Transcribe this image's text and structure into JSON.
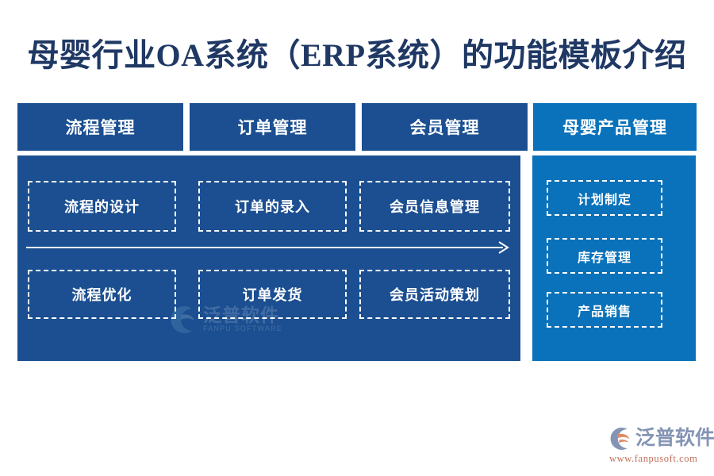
{
  "page": {
    "title": "母婴行业OA系统（ERP系统）的功能模板介绍",
    "background_color": "#ffffff",
    "title_color": "#1f3864"
  },
  "colors": {
    "primary_dark_blue": "#1b4f91",
    "accent_light_blue": "#0a72ba",
    "cell_border": "#ffffff",
    "logo_text": "#8494b4",
    "logo_url": "#c2705a",
    "logo_swoosh": "#e08a64"
  },
  "headers": [
    {
      "label": "流程管理",
      "variant": "dark"
    },
    {
      "label": "订单管理",
      "variant": "dark"
    },
    {
      "label": "会员管理",
      "variant": "dark"
    },
    {
      "label": "母婴产品管理",
      "variant": "light"
    }
  ],
  "left_panel": {
    "rows": [
      {
        "cells": [
          "流程的设计",
          "订单的录入",
          "会员信息管理"
        ]
      },
      {
        "cells": [
          "流程优化",
          "订单发货",
          "会员活动策划"
        ]
      }
    ],
    "arrow": {
      "name": "flow-direction-arrow",
      "direction": "right"
    }
  },
  "right_panel": {
    "items": [
      "计划制定",
      "库存管理",
      "产品销售"
    ]
  },
  "watermark": {
    "cn": "泛普软件",
    "en": "FANPU SOFTWARE"
  },
  "brand_logo": {
    "name": "泛普软件",
    "url": "www.fanpusoft.com"
  }
}
